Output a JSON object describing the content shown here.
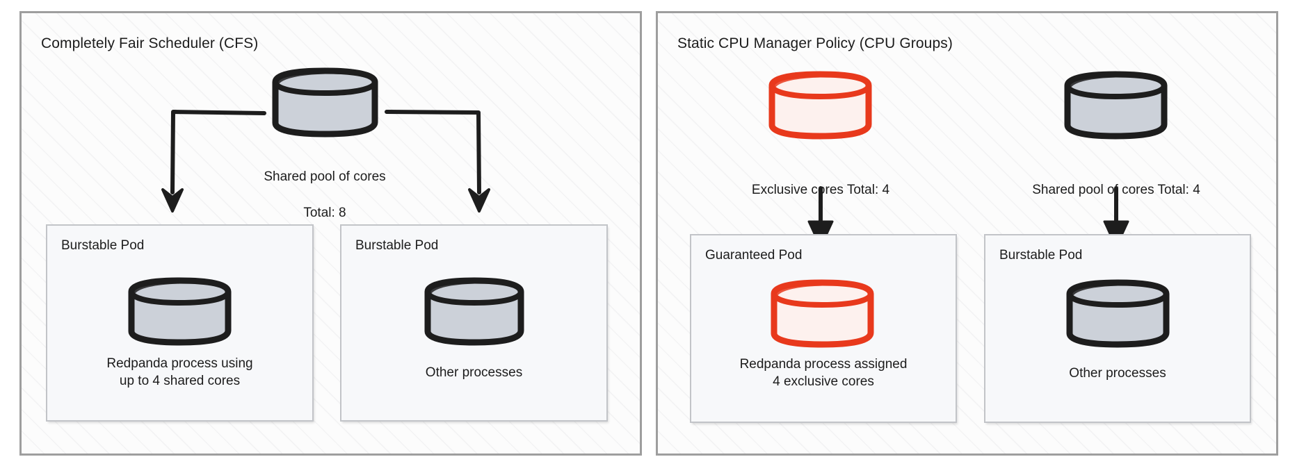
{
  "diagram": {
    "title_left": "Completely Fair Scheduler (CFS)",
    "title_right": "Static CPU Manager Policy (CPU Groups)"
  },
  "colors": {
    "panel_border": "#9e9e9e",
    "pod_border": "#c2c4c8",
    "pod_fill": "#f7f8fa",
    "cylinder_stroke_dark": "#1d1d1d",
    "cylinder_fill_gray": "#ccd1d9",
    "cylinder_stroke_red": "#e8391c",
    "cylinder_fill_red": "#fdf1ee",
    "text": "#1c1c1c",
    "arrow": "#1d1d1d"
  },
  "left_panel": {
    "title": "Completely Fair Scheduler (CFS)",
    "source": {
      "icon": "cylinder-gray",
      "caption_line1": "Shared pool of cores",
      "caption_line2": "Total: 8",
      "total_cores": 8
    },
    "pods": [
      {
        "title": "Burstable Pod",
        "icon": "cylinder-gray",
        "caption_line1": "Redpanda process using",
        "caption_line2": "up to 4 shared cores",
        "cores": 4
      },
      {
        "title": "Burstable Pod",
        "icon": "cylinder-gray",
        "caption_line1": "Other processes",
        "caption_line2": ""
      }
    ]
  },
  "right_panel": {
    "title": "Static CPU Manager Policy (CPU Groups)",
    "sources": [
      {
        "icon": "cylinder-red",
        "caption_line1": "Exclusive cores Total: 4",
        "total_cores": 4
      },
      {
        "icon": "cylinder-gray",
        "caption_line1": "Shared pool of cores Total: 4",
        "total_cores": 4
      }
    ],
    "pods": [
      {
        "title": "Guaranteed Pod",
        "icon": "cylinder-red",
        "caption_line1": "Redpanda process assigned",
        "caption_line2": "4 exclusive cores",
        "cores": 4
      },
      {
        "title": "Burstable Pod",
        "icon": "cylinder-gray",
        "caption_line1": "Other processes",
        "caption_line2": ""
      }
    ]
  }
}
